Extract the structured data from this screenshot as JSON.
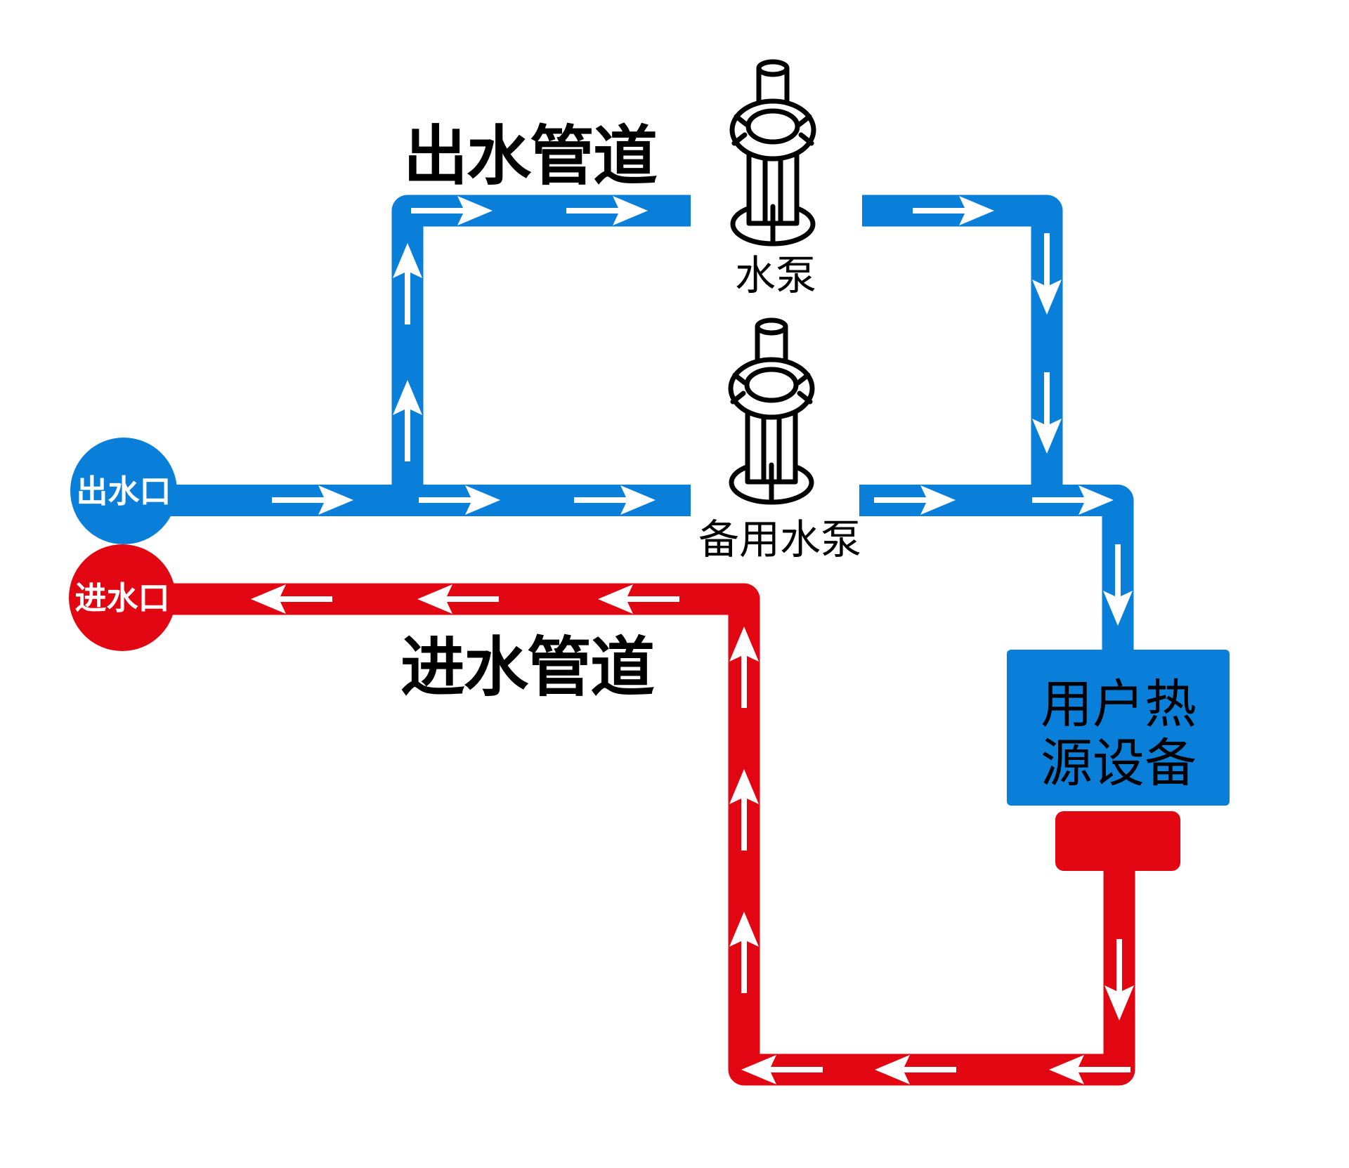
{
  "diagram": {
    "title_top": "出水管道",
    "title_bottom": "进水管道",
    "outlet_port_label": "出水口",
    "inlet_port_label": "进水口",
    "pump_label": "水泵",
    "backup_pump_label": "备用水泵",
    "heat_device_label_line1": "用户热",
    "heat_device_label_line2": "源设备"
  },
  "colors": {
    "pipe_blue": "#0a7fda",
    "pipe_red": "#e20613",
    "arrow_white": "#ffffff",
    "outline_black": "#000000",
    "title_text_black": "#000000",
    "port_text_white": "#ffffff"
  }
}
